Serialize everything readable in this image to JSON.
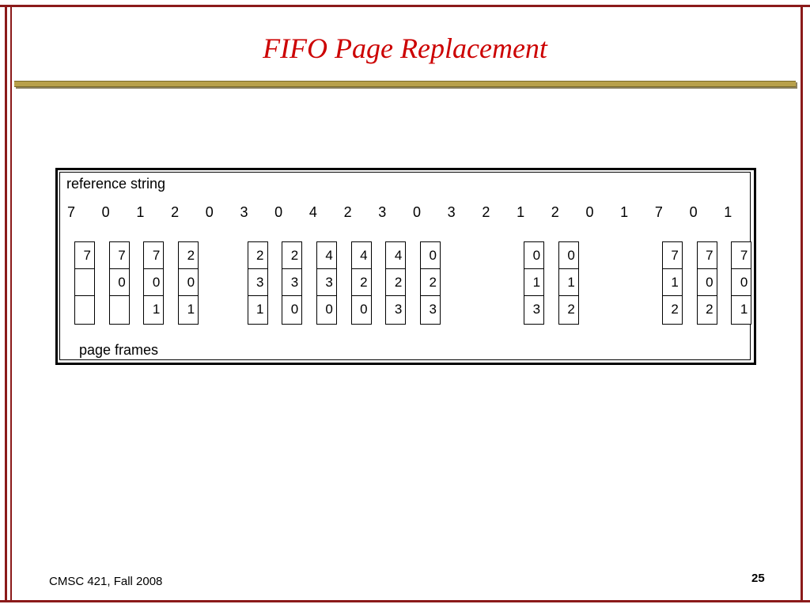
{
  "slide": {
    "title": "FIFO Page Replacement",
    "footer_left": "CMSC 421, Fall 2008",
    "page_number": "25"
  },
  "diagram": {
    "reference_label": "reference string",
    "frames_label": "page frames",
    "reference_string": [
      "7",
      "0",
      "1",
      "2",
      "0",
      "3",
      "0",
      "4",
      "2",
      "3",
      "0",
      "3",
      "2",
      "1",
      "2",
      "0",
      "1",
      "7",
      "0",
      "1"
    ],
    "frames": [
      [
        "7",
        "",
        ""
      ],
      [
        "7",
        "0",
        ""
      ],
      [
        "7",
        "0",
        "1"
      ],
      [
        "2",
        "0",
        "1"
      ],
      null,
      [
        "2",
        "3",
        "1"
      ],
      [
        "2",
        "3",
        "0"
      ],
      [
        "4",
        "3",
        "0"
      ],
      [
        "4",
        "2",
        "0"
      ],
      [
        "4",
        "2",
        "3"
      ],
      [
        "0",
        "2",
        "3"
      ],
      null,
      null,
      [
        "0",
        "1",
        "3"
      ],
      [
        "0",
        "1",
        "2"
      ],
      null,
      null,
      [
        "7",
        "1",
        "2"
      ],
      [
        "7",
        "0",
        "2"
      ],
      [
        "7",
        "0",
        "1"
      ]
    ]
  }
}
